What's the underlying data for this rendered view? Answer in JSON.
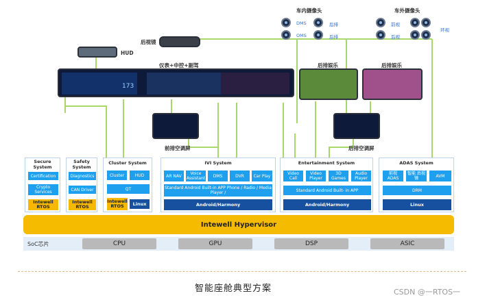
{
  "labels": {
    "in_cabin_camera": "车内摄像头",
    "out_cabin_camera": "车外摄像头",
    "hud": "HUD",
    "rearview_mirror": "后视镜",
    "main_display": "仪表+中控+副驾",
    "rear_ent_1": "后排娱乐",
    "rear_ent_2": "后排娱乐",
    "rear_ac_1": "前排空调屏",
    "rear_ac_2": "后排空调屏",
    "dms": "DMS",
    "oms": "OMS",
    "rear_row_1": "后排",
    "rear_row_2": "后排",
    "front_view": "前视",
    "side_view": "后视",
    "surround_view": "环视"
  },
  "systems": {
    "secure": {
      "title": "Secure System",
      "items": [
        "Certification",
        "Crypto Services"
      ],
      "rtos": "Intewell RTOS"
    },
    "safety": {
      "title": "Safety System",
      "items": [
        "Diagnostics",
        "CAN Driver"
      ],
      "rtos": "Intewell RTOS"
    },
    "cluster": {
      "title": "Cluster System",
      "items": [
        "Cluster",
        "HUD",
        "QT"
      ],
      "rtos": "Intewell RTOS",
      "os": "Linux"
    },
    "ivi": {
      "title": "IVI System",
      "items": [
        "AR NAV",
        "Voice Assistant",
        "DMS",
        "DVR",
        "Car Play"
      ],
      "sdk": "Standard Android Built-in APP Phone / Radio / Media Player /",
      "os": "Android/Harmony"
    },
    "ent": {
      "title": "Entertainment System",
      "items": [
        "Video Call",
        "Video Player",
        "3D Games",
        "Audio Player"
      ],
      "sdk": "Standard Android Built- in APP",
      "os": "Android/Harmony"
    },
    "adas": {
      "title": "ADAS System",
      "items": [
        "前视 ADAS",
        "智能 后视镜",
        "AVM"
      ],
      "drm": "DRM",
      "os": "Linux"
    }
  },
  "hypervisor": "Intewell Hypervisor",
  "soc": {
    "label": "SoC芯片",
    "units": [
      "CPU",
      "GPU",
      "DSP",
      "ASIC"
    ]
  },
  "caption": "智能座舱典型方案",
  "watermark": "CSDN @一RTOS一",
  "screens": {
    "speed": "173"
  }
}
